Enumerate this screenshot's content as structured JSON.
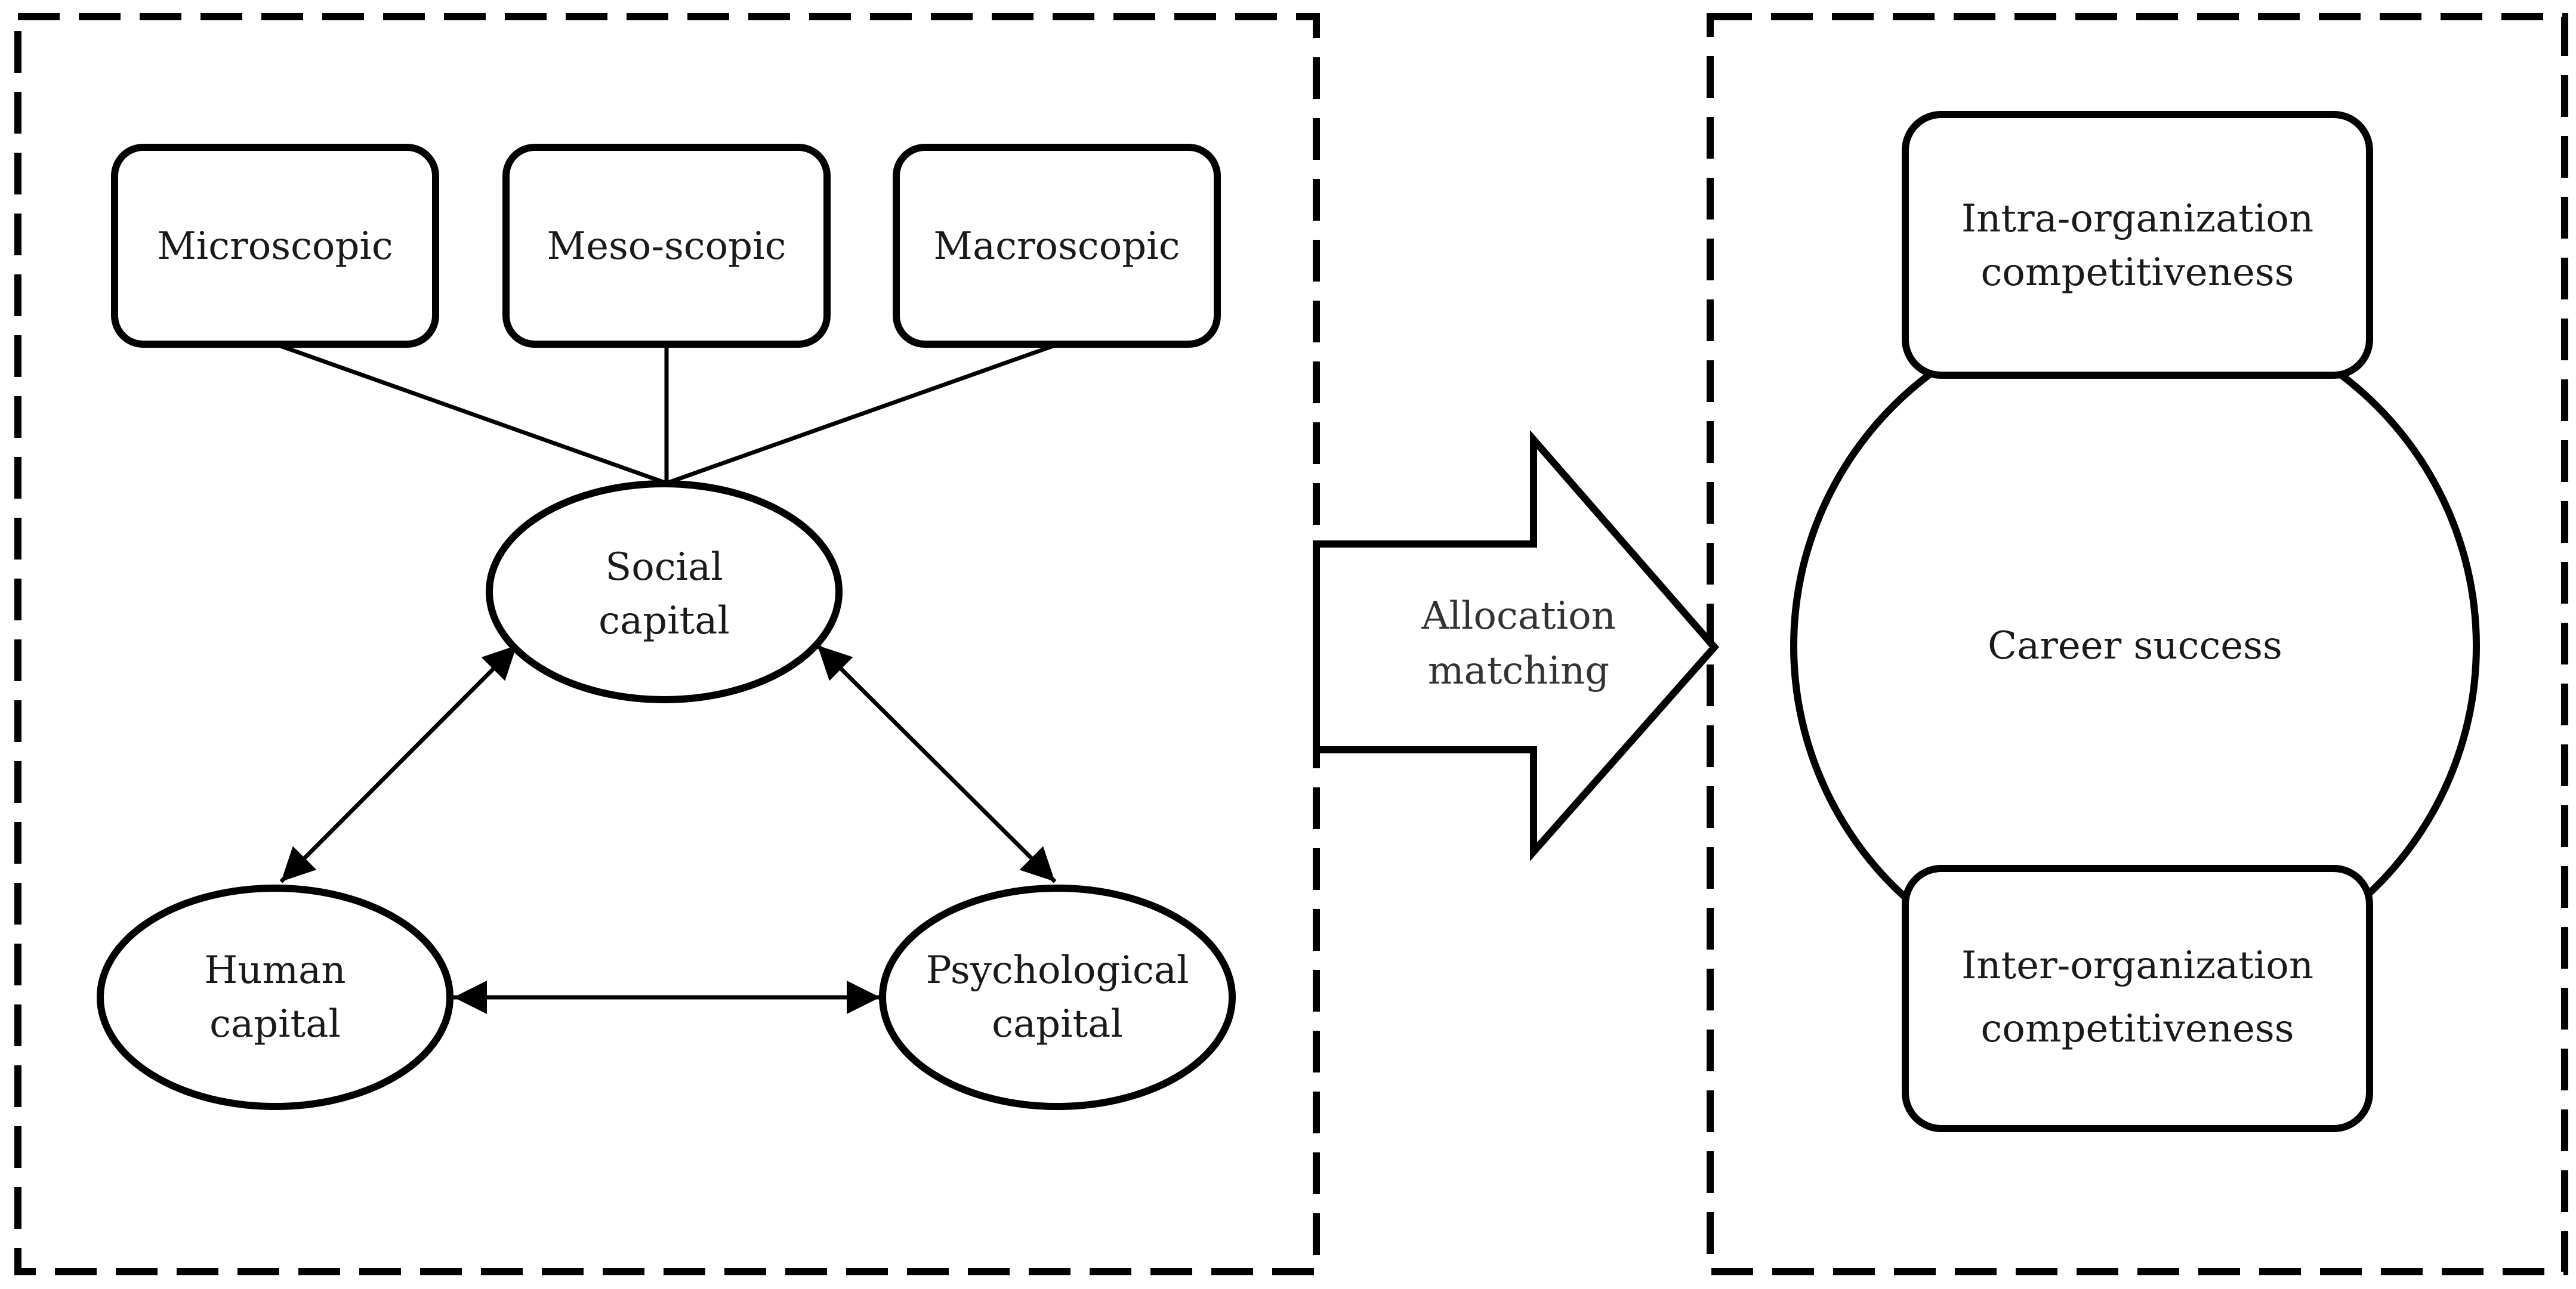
{
  "colors": {
    "stroke": "#000000",
    "background": "#ffffff",
    "text": "#1a1a1a"
  },
  "left_panel": {
    "scopes": {
      "microscopic": "Microscopic",
      "mesoscopic": "Meso-scopic",
      "macroscopic": "Macroscopic"
    },
    "capitals": {
      "social": [
        "Social",
        "capital"
      ],
      "human": [
        "Human",
        "capital"
      ],
      "psychological": [
        "Psychological",
        "capital"
      ]
    }
  },
  "connector": {
    "label": [
      "Allocation",
      "matching"
    ]
  },
  "right_panel": {
    "intra": [
      "Intra-organization",
      "competitiveness"
    ],
    "center": "Career success",
    "inter": [
      "Inter-organization",
      "competitiveness"
    ]
  }
}
